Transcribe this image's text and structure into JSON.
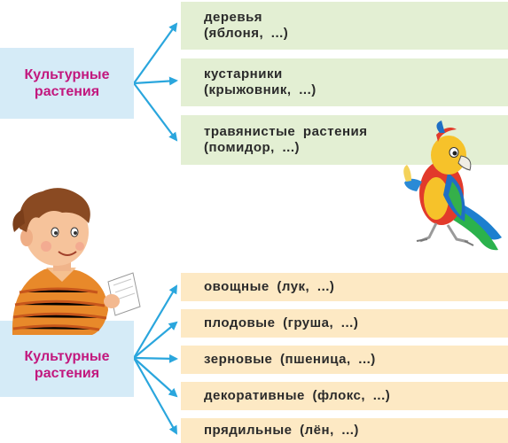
{
  "top": {
    "source": {
      "line1": "Культурные",
      "line2": "растения"
    },
    "targets": [
      {
        "line1": "деревья",
        "line2": "(яблоня, ...)"
      },
      {
        "line1": "кустарники",
        "line2": "(крыжовник, ...)"
      },
      {
        "line1": "травянистые растения",
        "line2": "(помидор, ...)"
      }
    ]
  },
  "bottom": {
    "source": {
      "line1": "Культурные",
      "line2": "растения"
    },
    "targets": [
      {
        "label": "овощные (лук, ...)"
      },
      {
        "label": "плодовые (груша, ...)"
      },
      {
        "label": "зерновые (пшеница, ...)"
      },
      {
        "label": "декоративные (флокс, ...)"
      },
      {
        "label": "прядильные (лён, ...)"
      }
    ]
  },
  "colors": {
    "source_bg": "#d5ebf7",
    "source_text": "#c2187e",
    "top_target_bg": "#e3efd3",
    "bottom_target_bg": "#fde9c4",
    "arrow": "#2aa6dd"
  },
  "illustrations": [
    "boy-reading-paper",
    "parrot"
  ]
}
